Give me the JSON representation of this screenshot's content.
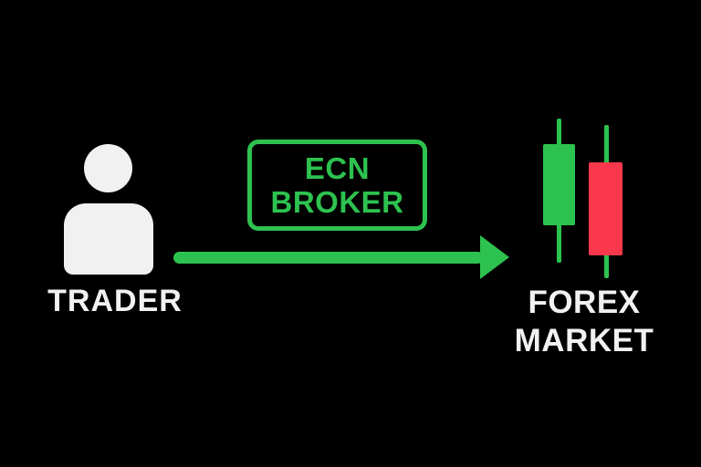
{
  "diagram": {
    "title_implied": "ECN broker order flow",
    "colors": {
      "background": "#000000",
      "accent_green": "#2DC24F",
      "candle_red": "#F9394B",
      "text_white": "#F1F1F1"
    },
    "trader": {
      "label": "TRADER",
      "icon": "person-icon"
    },
    "broker": {
      "line1": "ECN",
      "line2": "BROKER"
    },
    "arrow": {
      "icon": "right-arrow-icon",
      "direction": "right",
      "from": "TRADER",
      "to": "FOREX MARKET"
    },
    "market": {
      "line1": "FOREX",
      "line2": "MARKET",
      "icon": "candlestick-chart-icon",
      "candles": [
        {
          "body_color": "green",
          "wick_color": "green"
        },
        {
          "body_color": "red",
          "wick_color": "green"
        }
      ]
    }
  }
}
